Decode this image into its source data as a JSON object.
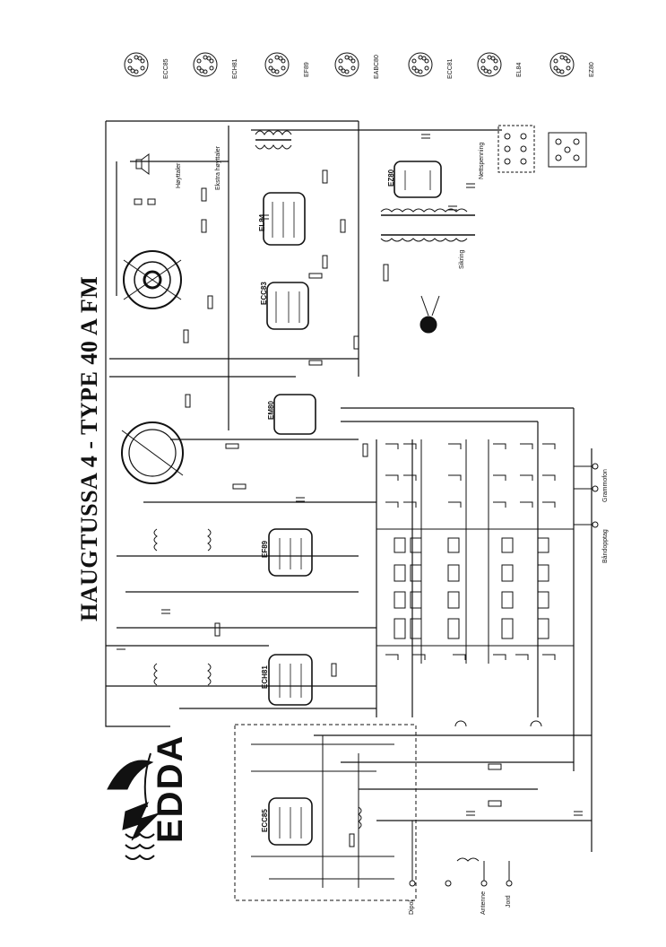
{
  "title": "HAUGTUSSA 4 - TYPE 40 A FM",
  "brand": "EDDA",
  "socket_labels": [
    "ECC85",
    "ECH81",
    "EF89",
    "EABC80",
    "ECC81",
    "EL84",
    "EZ80"
  ],
  "tube_labels": [
    "EL84",
    "ECC83",
    "EM80",
    "EF89",
    "ECH81",
    "ECC85",
    "EZ80"
  ],
  "terminal_labels": [
    "Grammofon",
    "Båndopptag",
    "Dipol",
    "Antenne",
    "Jord"
  ],
  "misc_labels": [
    "Høyttaler",
    "Ekstra høyttaler",
    "Nettspenning",
    "Sikring"
  ],
  "colors": {
    "ink": "#111111",
    "paper": "#ffffff"
  }
}
